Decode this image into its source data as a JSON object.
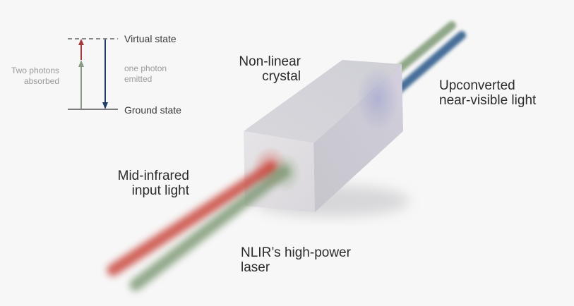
{
  "energy_diagram": {
    "virtual_state": "Virtual state",
    "ground_state": "Ground state",
    "absorbed_line1": "Two photons",
    "absorbed_line2": "absorbed",
    "emitted_line1": "one photon",
    "emitted_line2": "emitted"
  },
  "labels": {
    "crystal_line1": "Non-linear",
    "crystal_line2": "crystal",
    "upconverted_line1": "Upconverted",
    "upconverted_line2": "near-visible light",
    "input_line1": "Mid-infrared",
    "input_line2": "input light",
    "laser_line1": "NLIR’s high-power",
    "laser_line2": "laser"
  },
  "colors": {
    "mid_infrared_beam": "#c9463e",
    "laser_beam": "#7f9a76",
    "upconverted_beam": "#34608f",
    "emission_arrow": "#1f3f66",
    "absorb_arrow_top": "#a23a3a",
    "absorb_arrow_bottom": "#8a9a82",
    "background": "#f7f7f7"
  }
}
